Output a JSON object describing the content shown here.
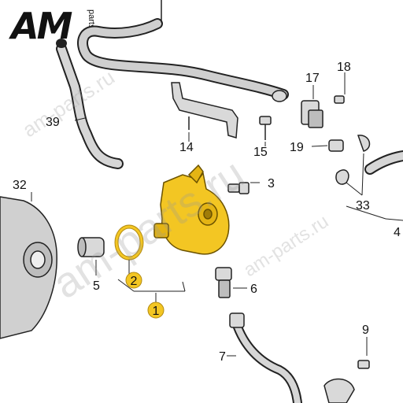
{
  "logo": {
    "text": "AM",
    "sub": "parts"
  },
  "watermarks": [
    "am-parts.ru",
    "am-parts.ru",
    "am-parts.ru"
  ],
  "colors": {
    "highlight": "#f3c623",
    "line": "#222222",
    "part_fill": "#d9d9d9",
    "watermark": "#9a9a9a"
  },
  "callouts": [
    {
      "id": "1",
      "text": "1",
      "highlighted": true
    },
    {
      "id": "2",
      "text": "2",
      "highlighted": true
    },
    {
      "id": "3",
      "text": "3"
    },
    {
      "id": "4",
      "text": "4"
    },
    {
      "id": "5",
      "text": "5"
    },
    {
      "id": "6",
      "text": "6"
    },
    {
      "id": "7",
      "text": "7"
    },
    {
      "id": "9",
      "text": "9"
    },
    {
      "id": "14",
      "text": "14"
    },
    {
      "id": "15",
      "text": "15"
    },
    {
      "id": "17",
      "text": "17"
    },
    {
      "id": "18",
      "text": "18"
    },
    {
      "id": "19",
      "text": "19"
    },
    {
      "id": "32",
      "text": "32"
    },
    {
      "id": "33",
      "text": "33"
    },
    {
      "id": "39",
      "text": "39"
    }
  ]
}
